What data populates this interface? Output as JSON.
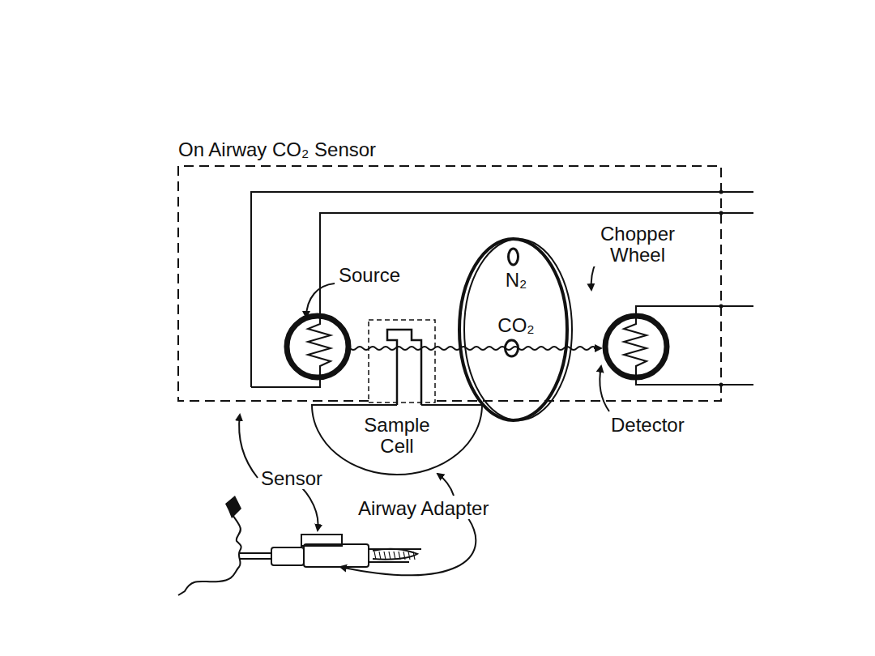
{
  "diagram": {
    "nodes": [
      {
        "text": [
          "On Airway CO₂ Sensor"
        ]
      },
      {
        "text": [
          "N₂",
          "CO₂"
        ],
        "in": 0
      },
      {
        "text": [
          "Sample Cell"
        ]
      }
    ],
    "labels": [
      "Source",
      "Chopper Wheel",
      "Detector",
      "Sensor",
      "Airway Adapter"
    ]
  }
}
